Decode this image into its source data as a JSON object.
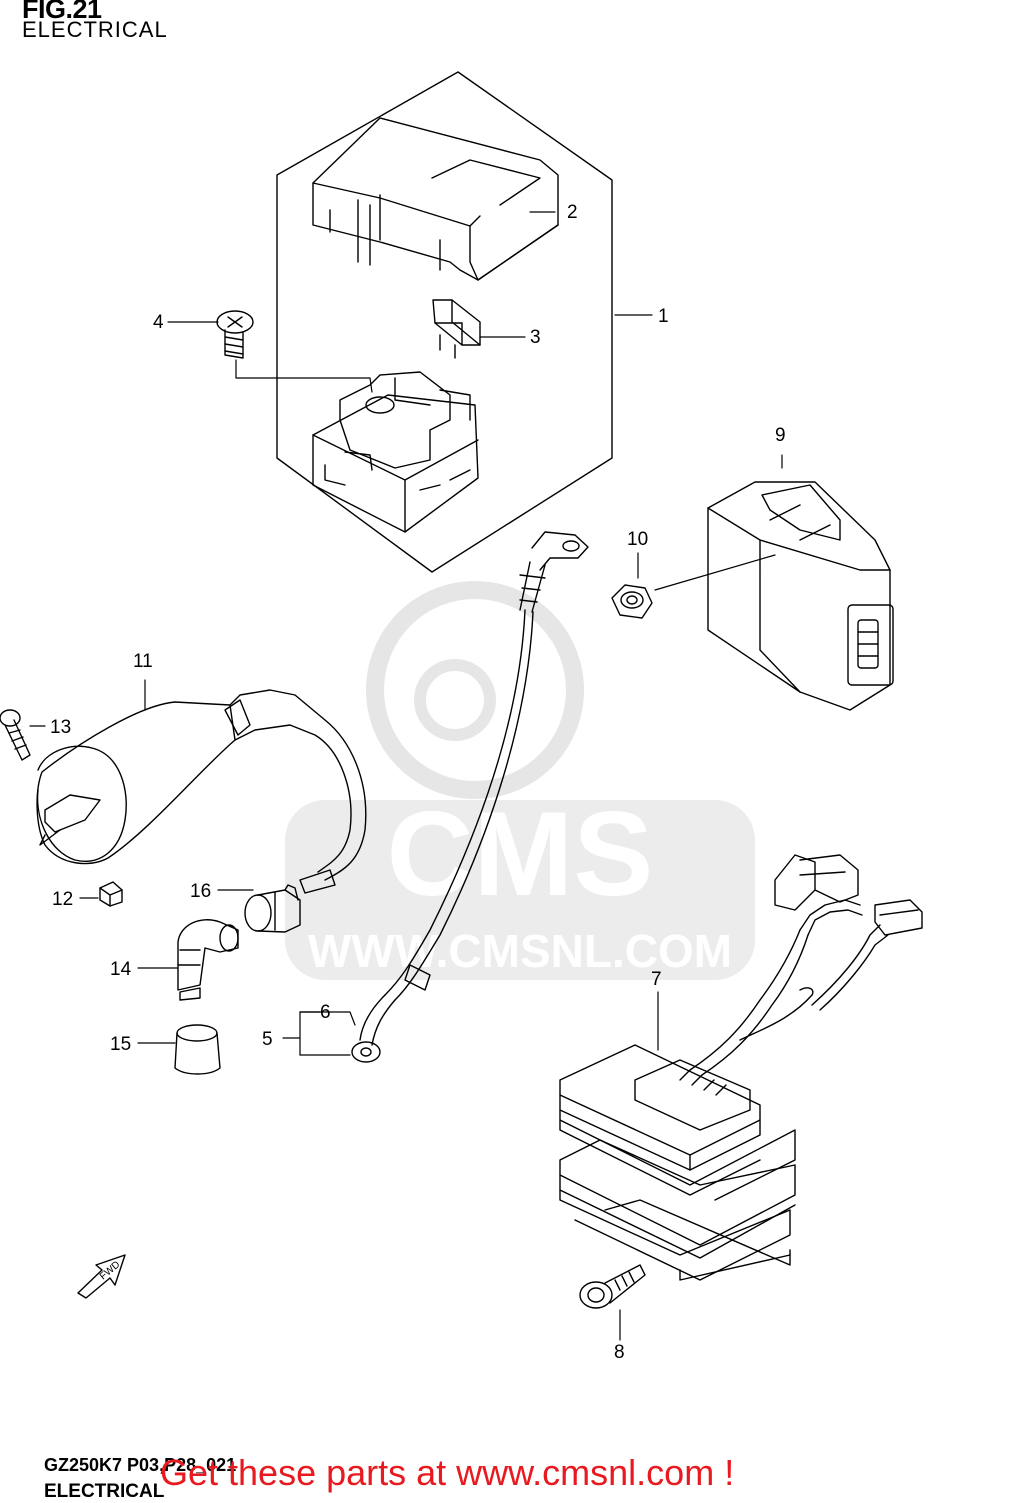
{
  "figure": {
    "title": "FIG.21",
    "subtitle": "ELECTRICAL"
  },
  "watermark": {
    "brand": "CMS",
    "url": "WWW.CMSNL.COM"
  },
  "parts": [
    {
      "ref": "1"
    },
    {
      "ref": "2"
    },
    {
      "ref": "3"
    },
    {
      "ref": "4"
    },
    {
      "ref": "5"
    },
    {
      "ref": "6"
    },
    {
      "ref": "7"
    },
    {
      "ref": "8"
    },
    {
      "ref": "9"
    },
    {
      "ref": "10"
    },
    {
      "ref": "11"
    },
    {
      "ref": "12"
    },
    {
      "ref": "13"
    },
    {
      "ref": "14"
    },
    {
      "ref": "15"
    },
    {
      "ref": "16"
    }
  ],
  "direction_arrow": "FWD",
  "footer": {
    "code": "GZ250K7 P03,P28_021",
    "section": "ELECTRICAL",
    "promo": "Get these parts at www.cmsnl.com !"
  },
  "colors": {
    "line": "#000000",
    "watermark": "#e6e6e6",
    "promo": "#e8191f"
  }
}
